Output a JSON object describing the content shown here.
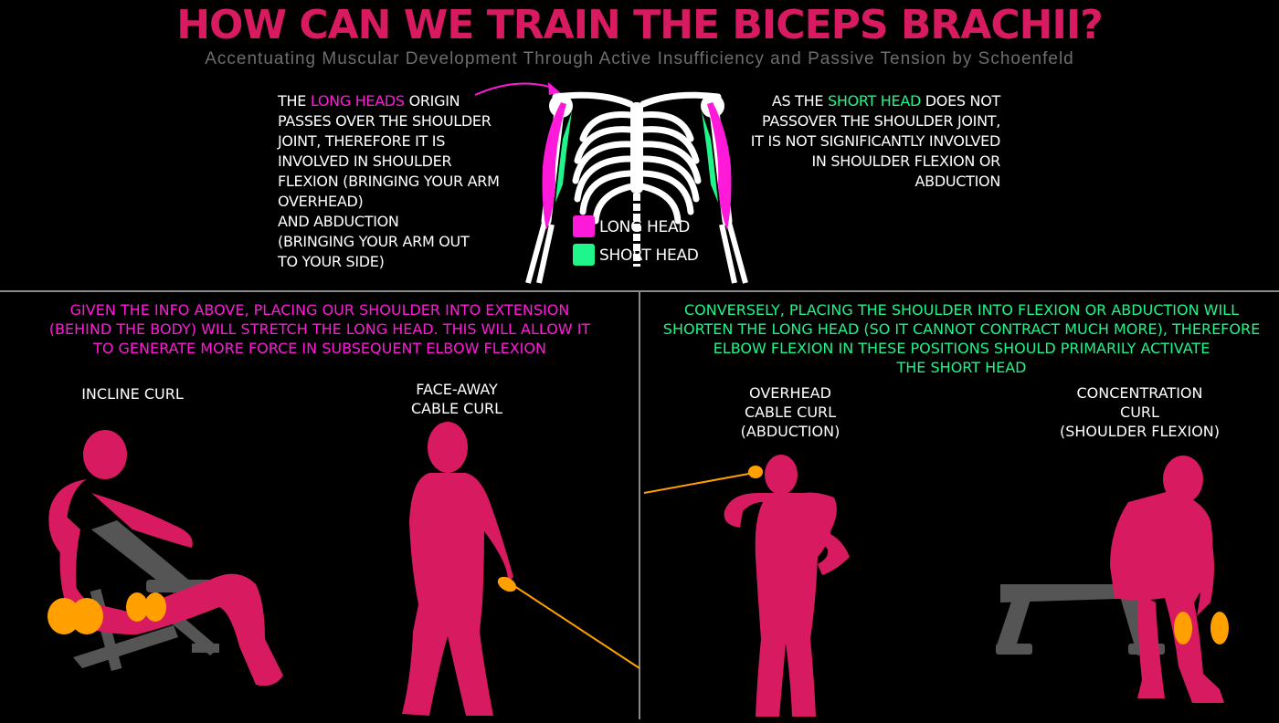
{
  "title": "HOW CAN WE TRAIN THE BICEPS BRACHII?",
  "subtitle": "Accentuating Muscular Development Through Active Insufficiency and Passive Tension by Schoenfeld",
  "left_note": {
    "line1_pre": "THE ",
    "line1_hl": "LONG HEADS",
    "line1_post": " ORIGIN",
    "rest": [
      "PASSES OVER THE SHOULDER",
      "JOINT, THEREFORE IT IS",
      "INVOLVED IN SHOULDER",
      "FLEXION (BRINGING YOUR ARM",
      "OVERHEAD)",
      "AND ABDUCTION",
      "(BRINGING YOUR ARM OUT",
      "TO YOUR SIDE)"
    ]
  },
  "right_note": {
    "line1_pre": "AS THE ",
    "line1_hl": "SHORT HEAD",
    "line1_post": " DOES NOT",
    "rest": [
      "PASSOVER THE SHOULDER JOINT,",
      "IT IS NOT SIGNIFICANTLY INVOLVED",
      "IN SHOULDER FLEXION OR",
      "ABDUCTION"
    ]
  },
  "legend": {
    "long_head": "LONG HEAD",
    "short_head": "SHORT HEAD",
    "long_color": "#ff1ad9",
    "short_color": "#1ff58a"
  },
  "bottom_left_caption": [
    "GIVEN THE INFO ABOVE, PLACING OUR SHOULDER INTO EXTENSION",
    "(BEHIND THE BODY) WILL STRETCH THE LONG HEAD. THIS WILL ALLOW IT",
    "TO GENERATE MORE FORCE IN SUBSEQUENT ELBOW FLEXION"
  ],
  "bottom_right_caption": [
    "CONVERSELY, PLACING THE  SHOULDER INTO FLEXION OR ABDUCTION WILL",
    "SHORTEN THE LONG HEAD (SO IT CANNOT CONTRACT MUCH MORE), THEREFORE",
    "ELBOW FLEXION IN THESE POSITIONS SHOULD PRIMARILY ACTIVATE",
    "THE SHORT HEAD"
  ],
  "exercises": {
    "incline": [
      "INCLINE CURL"
    ],
    "faceaway": [
      "FACE-AWAY",
      "CABLE CURL"
    ],
    "overhead": [
      "OVERHEAD",
      "CABLE CURL",
      "(ABDUCTION)"
    ],
    "concentration": [
      "CONCENTRATION",
      "CURL",
      "(SHOULDER FLEXION)"
    ]
  },
  "colors": {
    "title": "#d81b60",
    "figure": "#d81b60",
    "weight": "#ffa000",
    "bench": "#555555"
  }
}
